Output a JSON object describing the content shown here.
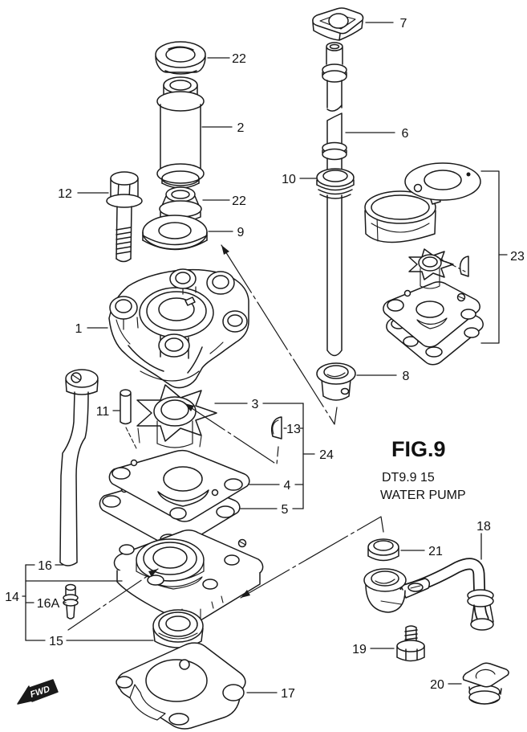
{
  "figure": {
    "fig_label": "FIG.9",
    "model_label": "DT9.9 15",
    "title_label": "WATER PUMP"
  },
  "fwd": {
    "label": "FWD"
  },
  "colors": {
    "line": "#1a1a1a",
    "background": "#ffffff"
  },
  "callouts": [
    {
      "label": "22"
    },
    {
      "label": "2"
    },
    {
      "label": "12"
    },
    {
      "label": "22"
    },
    {
      "label": "9"
    },
    {
      "label": "1"
    },
    {
      "label": "11"
    },
    {
      "label": "3"
    },
    {
      "label": "13"
    },
    {
      "label": "24"
    },
    {
      "label": "4"
    },
    {
      "label": "5"
    },
    {
      "label": "16"
    },
    {
      "label": "14"
    },
    {
      "label": "16A"
    },
    {
      "label": "15"
    },
    {
      "label": "17"
    },
    {
      "label": "7"
    },
    {
      "label": "6"
    },
    {
      "label": "10"
    },
    {
      "label": "8"
    },
    {
      "label": "23"
    },
    {
      "label": "18"
    },
    {
      "label": "21"
    },
    {
      "label": "19"
    },
    {
      "label": "20"
    }
  ]
}
